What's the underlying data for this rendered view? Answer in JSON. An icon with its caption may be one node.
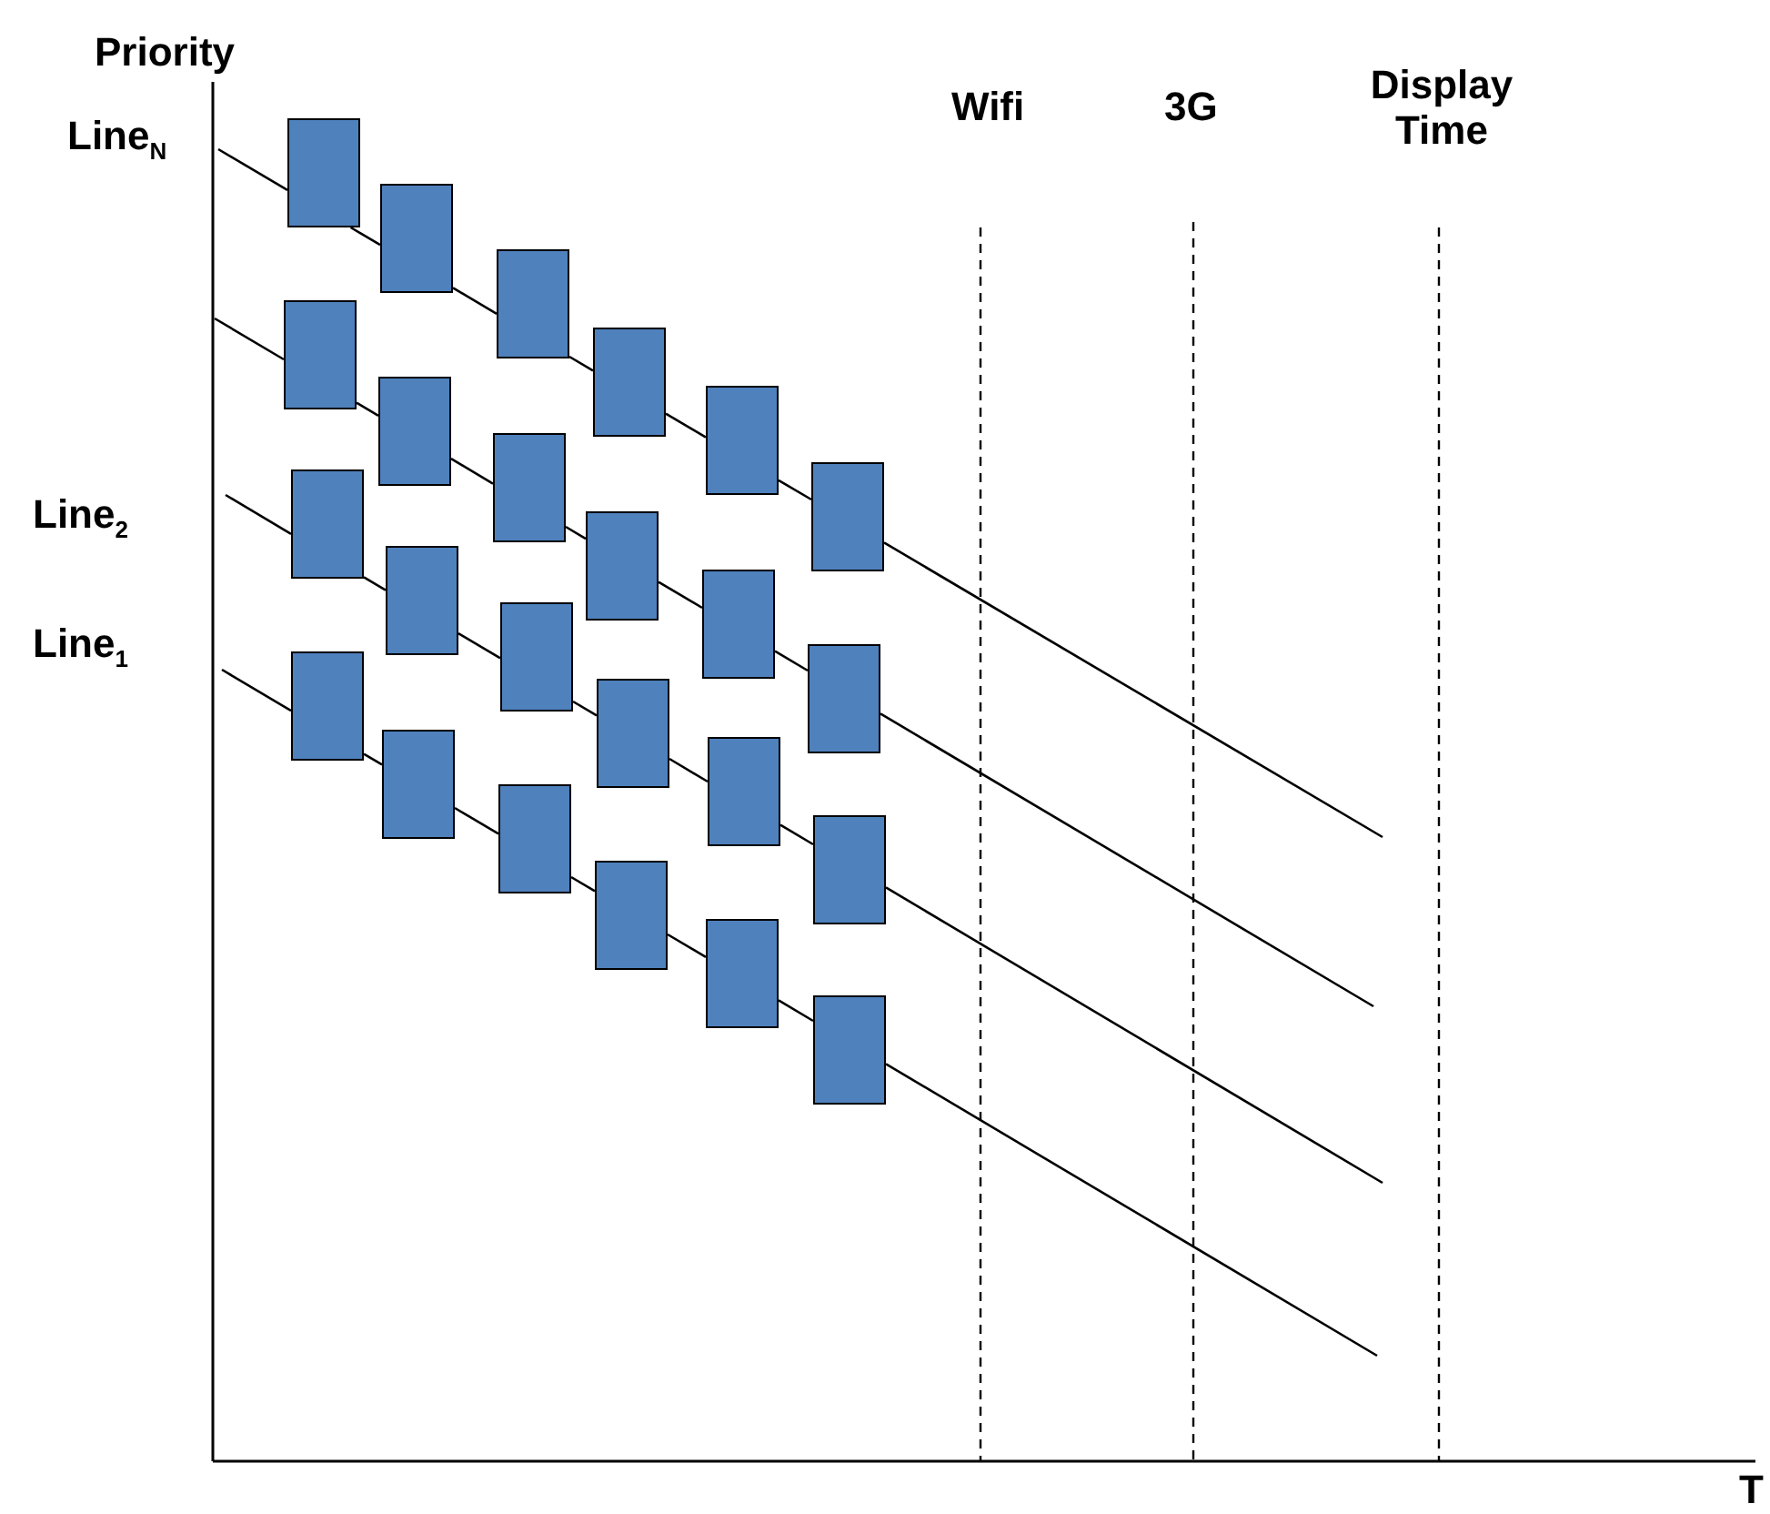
{
  "diagram": {
    "nodes": [
      {
        "text": [],
        "shape": "box"
      },
      {
        "text": [],
        "shape": "box"
      },
      {
        "text": [],
        "shape": "box"
      },
      {
        "text": [],
        "shape": "box"
      },
      {
        "text": [],
        "shape": "box"
      },
      {
        "text": [],
        "shape": "box"
      },
      {
        "text": [],
        "shape": "box"
      },
      {
        "text": [],
        "shape": "box"
      },
      {
        "text": [],
        "shape": "box"
      },
      {
        "text": [],
        "shape": "box"
      },
      {
        "text": [],
        "shape": "box"
      },
      {
        "text": [],
        "shape": "box"
      },
      {
        "text": [],
        "shape": "box"
      },
      {
        "text": [],
        "shape": "box"
      },
      {
        "text": [],
        "shape": "box"
      },
      {
        "text": [],
        "shape": "box"
      },
      {
        "text": [],
        "shape": "box"
      },
      {
        "text": [],
        "shape": "box"
      },
      {
        "text": [],
        "shape": "box"
      },
      {
        "text": [],
        "shape": "box"
      },
      {
        "text": [],
        "shape": "box"
      },
      {
        "text": [],
        "shape": "box"
      },
      {
        "text": [],
        "shape": "box"
      },
      {
        "text": [],
        "shape": "box"
      }
    ],
    "edges": [
      {
        "from": null,
        "to": 0,
        "arrow": "none"
      },
      {
        "from": 0,
        "to": 1,
        "arrow": "none"
      },
      {
        "from": 1,
        "to": 2,
        "arrow": "none"
      },
      {
        "from": 2,
        "to": 3,
        "arrow": "none"
      },
      {
        "from": 3,
        "to": 4,
        "arrow": "none"
      },
      {
        "from": 4,
        "to": 5,
        "arrow": "none"
      },
      {
        "from": 5,
        "to": null,
        "arrow": "none"
      },
      {
        "from": null,
        "to": 6,
        "arrow": "none"
      },
      {
        "from": 6,
        "to": 7,
        "arrow": "none"
      },
      {
        "from": 7,
        "to": 8,
        "arrow": "none"
      },
      {
        "from": 8,
        "to": 9,
        "arrow": "none"
      },
      {
        "from": 9,
        "to": 10,
        "arrow": "none"
      },
      {
        "from": 10,
        "to": 11,
        "arrow": "none"
      },
      {
        "from": 11,
        "to": null,
        "arrow": "none"
      },
      {
        "from": null,
        "to": 12,
        "arrow": "none"
      },
      {
        "from": 12,
        "to": 13,
        "arrow": "none"
      },
      {
        "from": 13,
        "to": 14,
        "arrow": "none"
      },
      {
        "from": 14,
        "to": 15,
        "arrow": "none"
      },
      {
        "from": 15,
        "to": 16,
        "arrow": "none"
      },
      {
        "from": 16,
        "to": 17,
        "arrow": "none"
      },
      {
        "from": 17,
        "to": null,
        "arrow": "none"
      },
      {
        "from": null,
        "to": 18,
        "arrow": "none"
      },
      {
        "from": 18,
        "to": 19,
        "arrow": "none"
      },
      {
        "from": 19,
        "to": 20,
        "arrow": "none"
      },
      {
        "from": 20,
        "to": 21,
        "arrow": "none"
      },
      {
        "from": 21,
        "to": 22,
        "arrow": "none"
      },
      {
        "from": 22,
        "to": 23,
        "arrow": "none"
      },
      {
        "from": 23,
        "to": null,
        "arrow": "none"
      }
    ],
    "labels": [
      "Priority",
      "Line$_{N}$",
      "Wifi",
      "3G",
      "Display Time",
      "Line$_{2}$",
      "Line$_{1}$",
      "T"
    ]
  }
}
